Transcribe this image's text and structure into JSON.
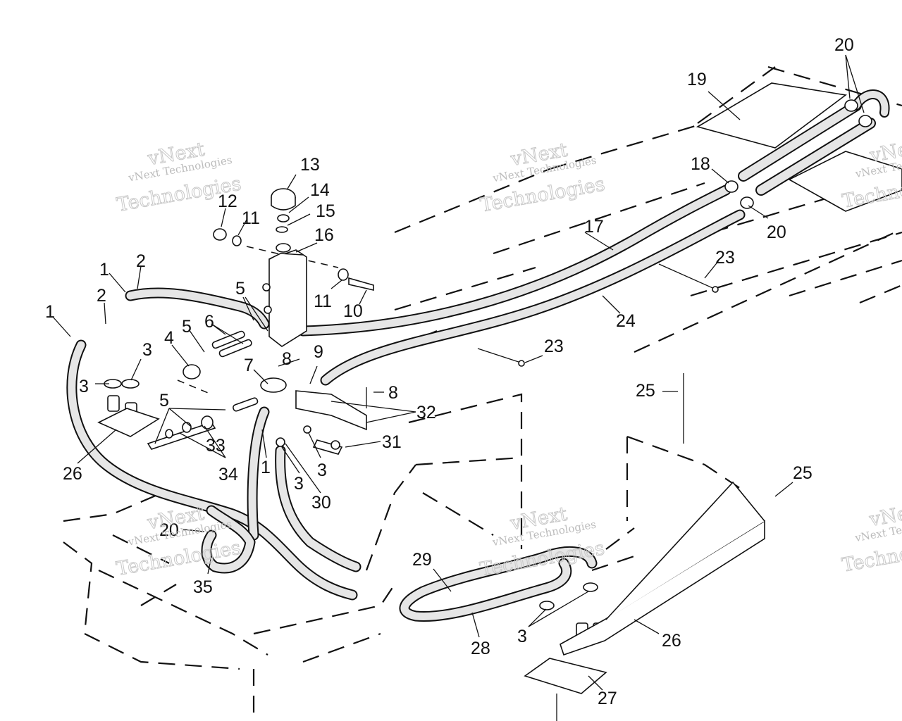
{
  "callouts": [
    {
      "id": "c-20a",
      "text": "20"
    },
    {
      "id": "c-19",
      "text": "19"
    },
    {
      "id": "c-18",
      "text": "18"
    },
    {
      "id": "c-20b",
      "text": "20"
    },
    {
      "id": "c-17",
      "text": "17"
    },
    {
      "id": "c-23a",
      "text": "23"
    },
    {
      "id": "c-24",
      "text": "24"
    },
    {
      "id": "c-23b",
      "text": "23"
    },
    {
      "id": "c-13",
      "text": "13"
    },
    {
      "id": "c-14",
      "text": "14"
    },
    {
      "id": "c-15",
      "text": "15"
    },
    {
      "id": "c-16",
      "text": "16"
    },
    {
      "id": "c-12",
      "text": "12"
    },
    {
      "id": "c-11a",
      "text": "11"
    },
    {
      "id": "c-11b",
      "text": "11"
    },
    {
      "id": "c-10",
      "text": "10"
    },
    {
      "id": "c-1a",
      "text": "1"
    },
    {
      "id": "c-2a",
      "text": "2"
    },
    {
      "id": "c-2b",
      "text": "2"
    },
    {
      "id": "c-1b",
      "text": "1"
    },
    {
      "id": "c-5a",
      "text": "5"
    },
    {
      "id": "c-5b",
      "text": "5"
    },
    {
      "id": "c-6",
      "text": "6"
    },
    {
      "id": "c-4",
      "text": "4"
    },
    {
      "id": "c-3a",
      "text": "3"
    },
    {
      "id": "c-3b",
      "text": "3"
    },
    {
      "id": "c-7",
      "text": "7"
    },
    {
      "id": "c-8a",
      "text": "8"
    },
    {
      "id": "c-9",
      "text": "9"
    },
    {
      "id": "c-8b",
      "text": "8"
    },
    {
      "id": "c-32",
      "text": "32"
    },
    {
      "id": "c-5c",
      "text": "5"
    },
    {
      "id": "c-33",
      "text": "33"
    },
    {
      "id": "c-26a",
      "text": "26"
    },
    {
      "id": "c-34",
      "text": "34"
    },
    {
      "id": "c-1c",
      "text": "1"
    },
    {
      "id": "c-3c",
      "text": "3"
    },
    {
      "id": "c-3d",
      "text": "3"
    },
    {
      "id": "c-30",
      "text": "30"
    },
    {
      "id": "c-31",
      "text": "31"
    },
    {
      "id": "c-25a",
      "text": "25"
    },
    {
      "id": "c-25b",
      "text": "25"
    },
    {
      "id": "c-20c",
      "text": "20"
    },
    {
      "id": "c-35",
      "text": "35"
    },
    {
      "id": "c-29",
      "text": "29"
    },
    {
      "id": "c-28",
      "text": "28"
    },
    {
      "id": "c-3e",
      "text": "3"
    },
    {
      "id": "c-26b",
      "text": "26"
    },
    {
      "id": "c-27",
      "text": "27"
    }
  ],
  "watermark": {
    "line1": "vNext",
    "line2": "vNext Technologies",
    "line3": "Technologies"
  },
  "colors": {
    "ink": "#111111",
    "hose_fill": "#e6e6e6",
    "watermark": "#c0c0c0"
  }
}
